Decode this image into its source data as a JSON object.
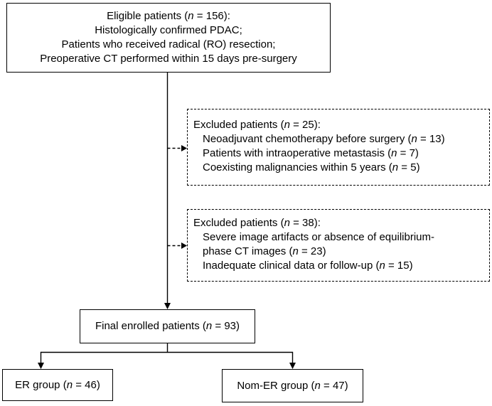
{
  "page": {
    "background": "#ffffff",
    "ink": "#000000"
  },
  "flowchart": {
    "eligible_box": {
      "lines": [
        {
          "seg": [
            {
              "t": "Eligible patients ("
            },
            {
              "t": "n",
              "i": true
            },
            {
              "t": " = 156):"
            }
          ]
        },
        {
          "seg": [
            {
              "t": "Histologically confirmed PDAC;"
            }
          ]
        },
        {
          "seg": [
            {
              "t": "Patients who received radical (RO) resection;"
            }
          ]
        },
        {
          "seg": [
            {
              "t": "Preoperative CT performed within 15 days pre-surgery"
            }
          ]
        }
      ]
    },
    "excluded_box_1": {
      "lines": [
        {
          "seg": [
            {
              "t": "Excluded patients ("
            },
            {
              "t": "n",
              "i": true
            },
            {
              "t": " = 25):"
            }
          ]
        },
        {
          "ind": true,
          "seg": [
            {
              "t": "Neoadjuvant chemotherapy before surgery ("
            },
            {
              "t": "n",
              "i": true
            },
            {
              "t": " = 13)"
            }
          ]
        },
        {
          "ind": true,
          "seg": [
            {
              "t": "Patients with intraoperative metastasis ("
            },
            {
              "t": "n",
              "i": true
            },
            {
              "t": " = 7)"
            }
          ]
        },
        {
          "ind": true,
          "seg": [
            {
              "t": "Coexisting malignancies within 5 years ("
            },
            {
              "t": "n",
              "i": true
            },
            {
              "t": " = 5)"
            }
          ]
        }
      ]
    },
    "excluded_box_2": {
      "lines": [
        {
          "seg": [
            {
              "t": "Excluded patients ("
            },
            {
              "t": "n",
              "i": true
            },
            {
              "t": " = 38):"
            }
          ]
        },
        {
          "ind": true,
          "seg": [
            {
              "t": "Severe image artifacts or absence of equilibrium-"
            }
          ]
        },
        {
          "ind": true,
          "seg": [
            {
              "t": "phase CT images ("
            },
            {
              "t": "n",
              "i": true
            },
            {
              "t": " = 23)"
            }
          ]
        },
        {
          "ind": true,
          "seg": [
            {
              "t": "Inadequate clinical data or follow-up ("
            },
            {
              "t": "n",
              "i": true
            },
            {
              "t": " = 15)"
            }
          ]
        }
      ]
    },
    "final_box": {
      "lines": [
        {
          "seg": [
            {
              "t": "Final enrolled patients ("
            },
            {
              "t": "n",
              "i": true
            },
            {
              "t": " = 93)"
            }
          ]
        }
      ]
    },
    "er_box": {
      "lines": [
        {
          "seg": [
            {
              "t": "ER group ("
            },
            {
              "t": "n",
              "i": true
            },
            {
              "t": " = 46)"
            }
          ]
        }
      ]
    },
    "nom_er_box": {
      "lines": [
        {
          "seg": [
            {
              "t": "Nom-ER group ("
            },
            {
              "t": "n",
              "i": true
            },
            {
              "t": " = 47)"
            }
          ]
        }
      ]
    }
  }
}
